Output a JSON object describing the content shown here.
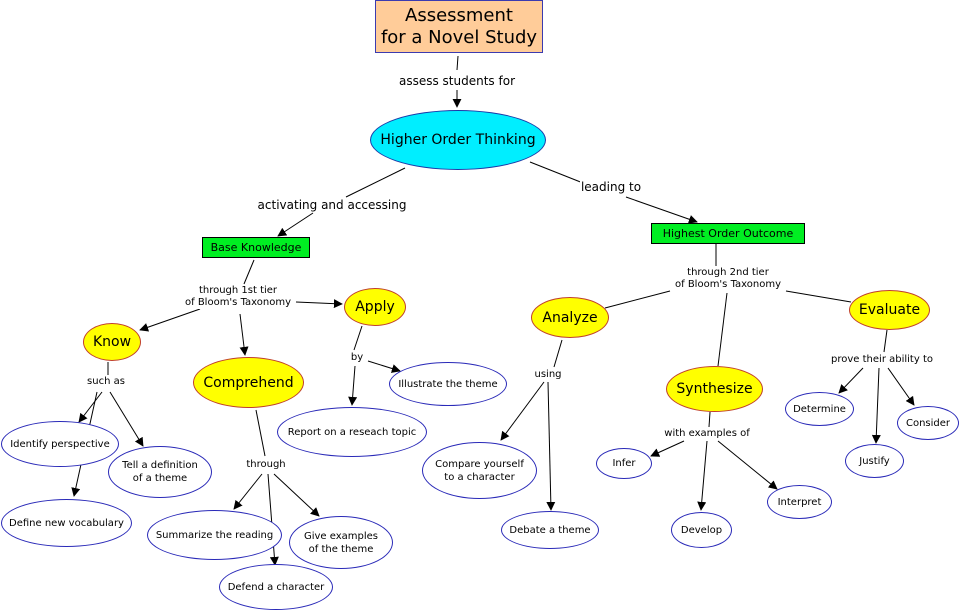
{
  "nodes": {
    "title": "Assessment\nfor a Novel Study",
    "higher_order": "Higher Order Thinking",
    "base_knowledge": "Base Knowledge",
    "highest_outcome": "Highest Order Outcome",
    "know": "Know",
    "comprehend": "Comprehend",
    "apply": "Apply",
    "analyze": "Analyze",
    "synthesize": "Synthesize",
    "evaluate": "Evaluate",
    "identify_perspective": "Identify perspective",
    "tell_definition": "Tell a definition\nof a theme",
    "define_vocab": "Define new vocabulary",
    "summarize": "Summarize the reading",
    "give_examples": "Give examples\nof the theme",
    "defend_character": "Defend a character",
    "report_topic": "Report on a reseach topic",
    "illustrate_theme": "Illustrate the theme",
    "compare_yourself": "Compare yourself\nto a character",
    "debate_theme": "Debate a theme",
    "infer": "Infer",
    "develop": "Develop",
    "interpret": "Interpret",
    "determine": "Determine",
    "justify": "Justify",
    "consider": "Consider"
  },
  "links": {
    "assess_students_for": "assess students for",
    "activating_accessing": "activating and accessing",
    "leading_to": "leading to",
    "first_tier": "through 1st tier\nof Bloom's Taxonomy",
    "second_tier": "through 2nd tier\nof Bloom's Taxonomy",
    "such_as": "such as",
    "through": "through",
    "by": "by",
    "using": "using",
    "with_examples_of": "with examples of",
    "prove_ability": "prove their ability to"
  },
  "colors": {
    "title_fill": "#ffcc99",
    "green_fill": "#00ee22",
    "cyan_fill": "#00eeff",
    "yellow_fill": "#ffff00",
    "leaf_border": "#2a2ab8",
    "yellow_border": "#c0402a"
  }
}
